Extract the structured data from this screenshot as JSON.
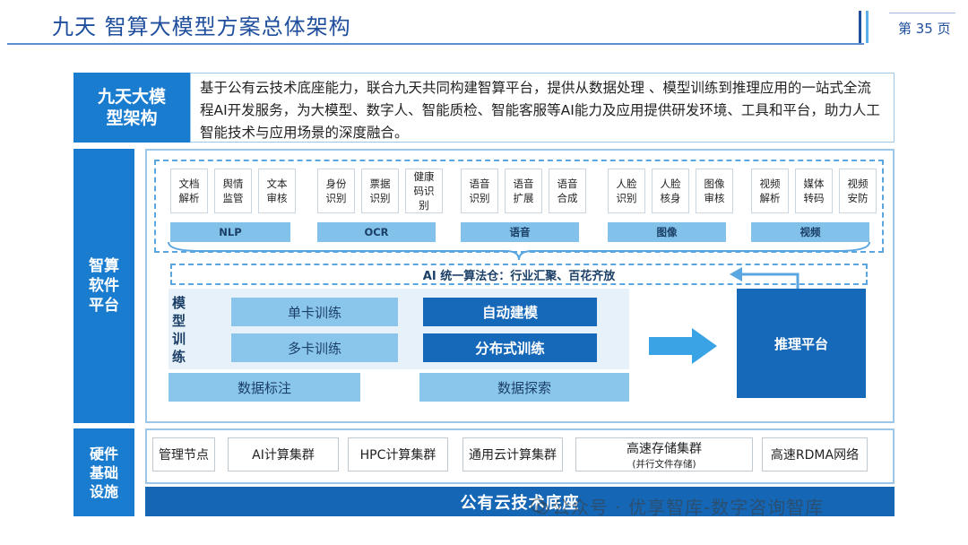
{
  "header": {
    "title": "九天 智算大模型方案总体架构",
    "page_label": "第 35 页"
  },
  "intro": {
    "label": "九天大模型架构",
    "text": "基于公有云技术底座能力，联合九天共同构建智算平台，提供从数据处理 、模型训练到推理应用的一站式全流程AI开发服务，为大模型、数字人、智能质检、智能客服等AI能力及应用提供研发环境、工具和平台，助力人工智能技术与应用场景的深度融合。"
  },
  "software": {
    "label": "智算软件平台",
    "groups": [
      {
        "name": "NLP",
        "items": [
          "文档解析",
          "舆情监管",
          "文本审核"
        ]
      },
      {
        "name": "OCR",
        "items": [
          "身份识别",
          "票据识别",
          "健康码识别"
        ]
      },
      {
        "name": "语音",
        "items": [
          "语音识别",
          "语音扩展",
          "语音合成"
        ]
      },
      {
        "name": "图像",
        "items": [
          "人脸识别",
          "人脸核身",
          "图像审核"
        ]
      },
      {
        "name": "视频",
        "items": [
          "视频解析",
          "媒体转码",
          "视频安防"
        ]
      }
    ],
    "unified_label": "AI 统一算法仓：行业汇聚、百花齐放",
    "training": {
      "label": "模型训练",
      "single_card": "单卡训练",
      "multi_card": "多卡训练",
      "auto_modeling": "自动建模",
      "distributed": "分布式训练",
      "data_labeling": "数据标注",
      "data_exploration": "数据探索"
    },
    "inference": "推理平台"
  },
  "hardware": {
    "label": "硬件基础设施",
    "items": [
      {
        "name": "管理节点",
        "sub": ""
      },
      {
        "name": "AI计算集群",
        "sub": ""
      },
      {
        "name": "HPC计算集群",
        "sub": ""
      },
      {
        "name": "通用云计算集群",
        "sub": ""
      },
      {
        "name": "高速存储集群",
        "sub": "(并行文件存储)"
      },
      {
        "name": "高速RDMA网络",
        "sub": ""
      }
    ],
    "base": "公有云技术底座"
  },
  "watermark": "公众号 · 优享智库-数字咨询智库",
  "colors": {
    "primary_blue": "#1a7ccf",
    "dark_blue": "#1668b9",
    "light_blue": "#8ac6ec",
    "title_blue": "#1f4e9c"
  }
}
